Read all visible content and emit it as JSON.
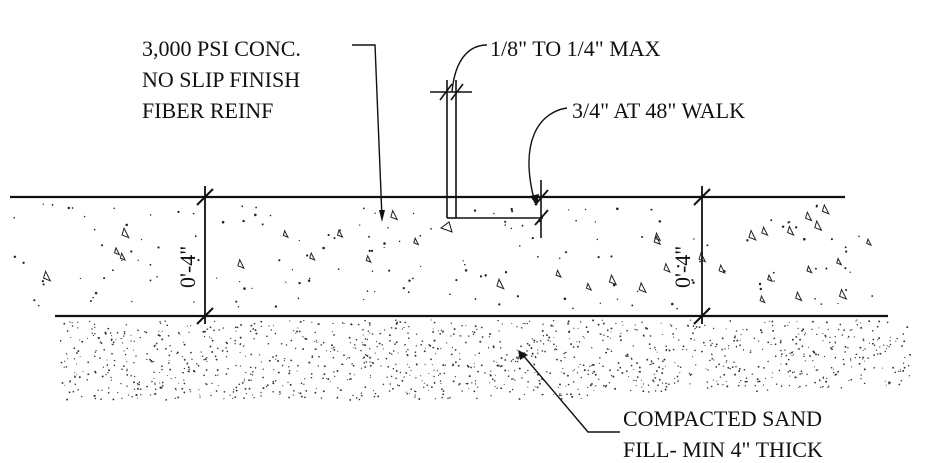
{
  "labels": {
    "concrete_line1": "3,000 PSI CONC.",
    "concrete_line2": "NO SLIP FINISH",
    "concrete_line3": "FIBER REINF",
    "joint_width": "1/8\" TO 1/4\" MAX",
    "joint_offset": "3/4\" AT 48\" WALK",
    "slab_thickness_left": "0'-4\"",
    "slab_thickness_right": "0'-4\"",
    "subbase_line1": "COMPACTED SAND",
    "subbase_line2": "FILL- MIN 4\" THICK"
  }
}
